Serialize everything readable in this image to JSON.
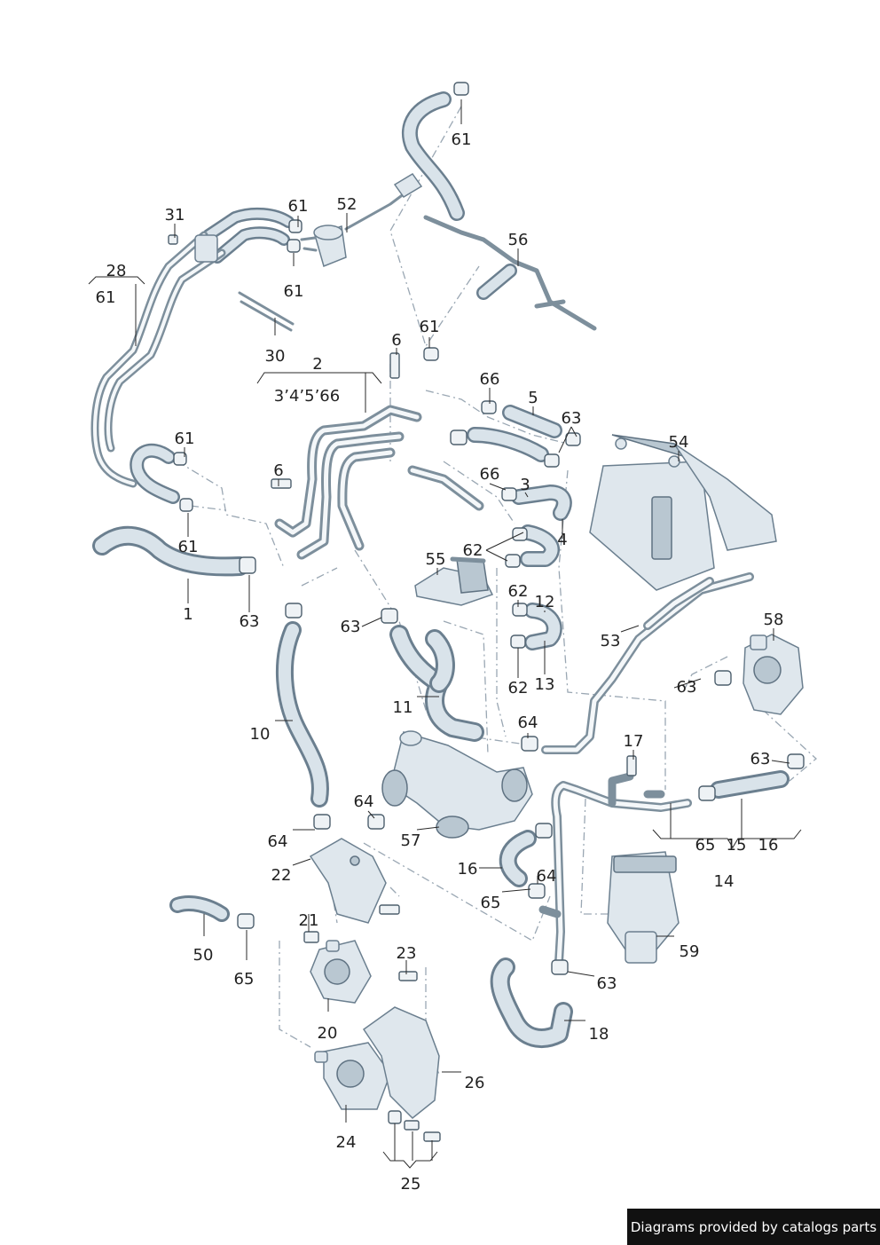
{
  "labels": [
    {
      "id": "61a",
      "text": "61"
    },
    {
      "id": "31",
      "text": "31"
    },
    {
      "id": "61b",
      "text": "61"
    },
    {
      "id": "52",
      "text": "52"
    },
    {
      "id": "56",
      "text": "56"
    },
    {
      "id": "28",
      "text": "28"
    },
    {
      "id": "61c",
      "text": "61"
    },
    {
      "id": "61d",
      "text": "61"
    },
    {
      "id": "30",
      "text": "30"
    },
    {
      "id": "6a",
      "text": "6"
    },
    {
      "id": "61e",
      "text": "61"
    },
    {
      "id": "2",
      "text": "2"
    },
    {
      "id": "2sub",
      "text": "3’4’5’66"
    },
    {
      "id": "66a",
      "text": "66"
    },
    {
      "id": "5",
      "text": "5"
    },
    {
      "id": "63a",
      "text": "63"
    },
    {
      "id": "54",
      "text": "54"
    },
    {
      "id": "61f",
      "text": "61"
    },
    {
      "id": "6b",
      "text": "6"
    },
    {
      "id": "66b",
      "text": "66"
    },
    {
      "id": "3",
      "text": "3"
    },
    {
      "id": "61g",
      "text": "61"
    },
    {
      "id": "4",
      "text": "4"
    },
    {
      "id": "62a",
      "text": "62"
    },
    {
      "id": "55",
      "text": "55"
    },
    {
      "id": "1",
      "text": "1"
    },
    {
      "id": "63b",
      "text": "63"
    },
    {
      "id": "62b",
      "text": "62"
    },
    {
      "id": "12",
      "text": "12"
    },
    {
      "id": "63c",
      "text": "63"
    },
    {
      "id": "53",
      "text": "53"
    },
    {
      "id": "58",
      "text": "58"
    },
    {
      "id": "62c",
      "text": "62"
    },
    {
      "id": "13",
      "text": "13"
    },
    {
      "id": "63d",
      "text": "63"
    },
    {
      "id": "11",
      "text": "11"
    },
    {
      "id": "64a",
      "text": "64"
    },
    {
      "id": "10",
      "text": "10"
    },
    {
      "id": "17",
      "text": "17"
    },
    {
      "id": "63e",
      "text": "63"
    },
    {
      "id": "64b",
      "text": "64"
    },
    {
      "id": "57",
      "text": "57"
    },
    {
      "id": "64c",
      "text": "64"
    },
    {
      "id": "65a",
      "text": "65"
    },
    {
      "id": "15",
      "text": "15"
    },
    {
      "id": "16a",
      "text": "16"
    },
    {
      "id": "22",
      "text": "22"
    },
    {
      "id": "16b",
      "text": "16"
    },
    {
      "id": "64d",
      "text": "64"
    },
    {
      "id": "14",
      "text": "14"
    },
    {
      "id": "65b",
      "text": "65"
    },
    {
      "id": "21",
      "text": "21"
    },
    {
      "id": "50",
      "text": "50"
    },
    {
      "id": "59",
      "text": "59"
    },
    {
      "id": "65c",
      "text": "65"
    },
    {
      "id": "23",
      "text": "23"
    },
    {
      "id": "63f",
      "text": "63"
    },
    {
      "id": "20",
      "text": "20"
    },
    {
      "id": "18",
      "text": "18"
    },
    {
      "id": "26",
      "text": "26"
    },
    {
      "id": "24",
      "text": "24"
    },
    {
      "id": "25",
      "text": "25"
    }
  ],
  "footer": {
    "text": "Diagrams provided by catalogs parts"
  },
  "colors": {
    "line": "#2a2a2a",
    "hose": "#6b7f8f",
    "part": "#dfe7ed",
    "footer_bg": "#111111"
  }
}
